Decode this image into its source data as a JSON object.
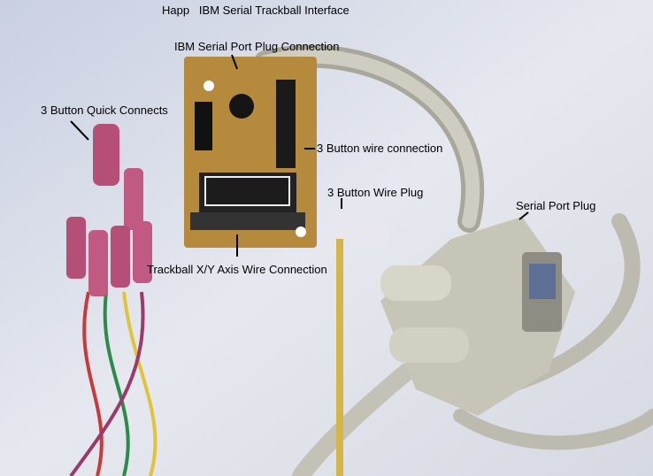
{
  "title": "Happ   IBM Serial Trackball Interface",
  "labels": {
    "serial_plug_connection": "IBM Serial Port Plug Connection",
    "quick_connects": "3 Button Quick Connects",
    "wire_connection": "3 Button wire connection",
    "wire_plug": "3 Button Wire Plug",
    "serial_port_plug": "Serial Port Plug",
    "xy_axis": "Trackball X/Y Axis Wire Connection"
  }
}
